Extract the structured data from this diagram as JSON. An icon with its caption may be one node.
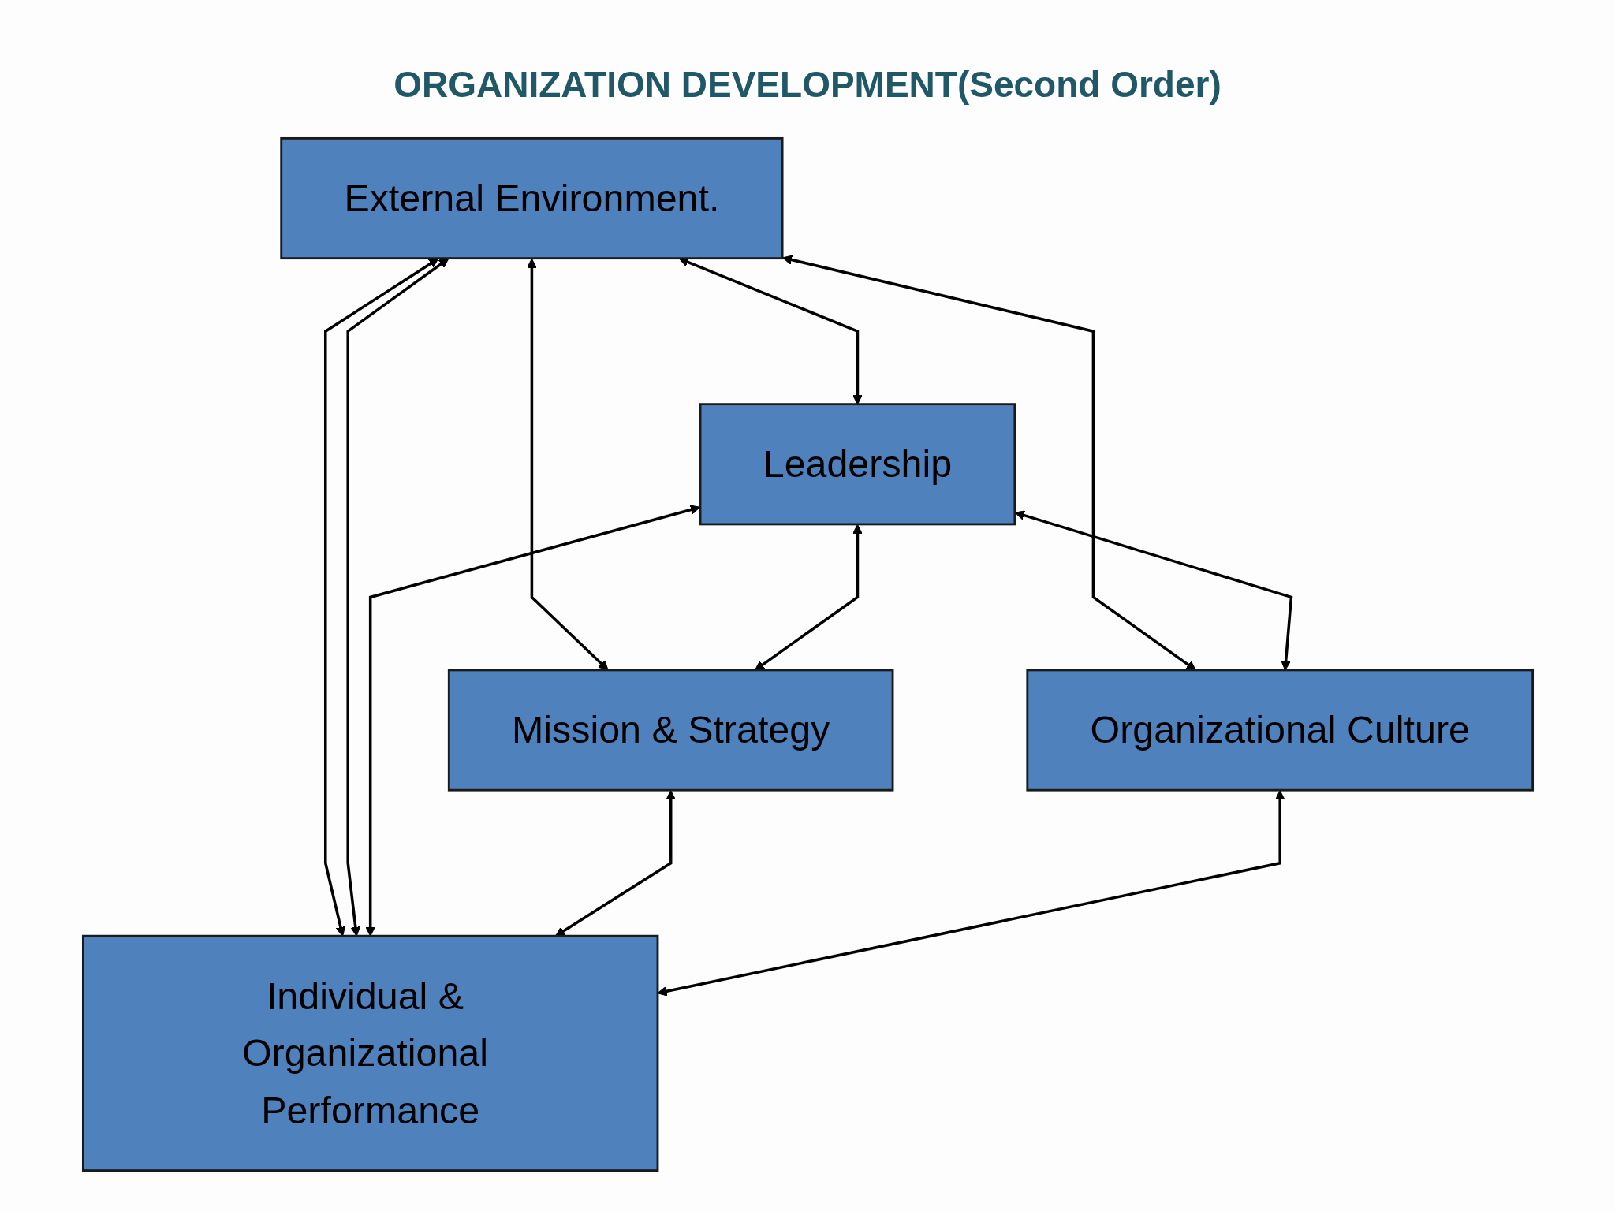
{
  "diagram": {
    "title": "ORGANIZATION DEVELOPMENT(Second Order)",
    "nodes": [
      {
        "text": [
          "External Environment."
        ]
      },
      {
        "text": [
          "Leadership"
        ]
      },
      {
        "text": [
          "Mission & Strategy"
        ]
      },
      {
        "text": [
          "Organizational Culture"
        ]
      },
      {
        "text": [
          "Individual & Organizational Performance"
        ]
      }
    ],
    "edges": [
      {
        "from": 0,
        "to": 1,
        "arrow": "both"
      },
      {
        "from": 0,
        "to": 2,
        "arrow": "both"
      },
      {
        "from": 0,
        "to": 3,
        "arrow": "both"
      },
      {
        "from": 0,
        "to": 4,
        "arrow": "both"
      },
      {
        "from": 0,
        "to": 4,
        "arrow": "both"
      },
      {
        "from": 1,
        "to": 2,
        "arrow": "both"
      },
      {
        "from": 1,
        "to": 3,
        "arrow": "both"
      },
      {
        "from": 1,
        "to": 4,
        "arrow": "both"
      },
      {
        "from": 2,
        "to": 4,
        "arrow": "both"
      },
      {
        "from": 3,
        "to": 4,
        "arrow": "both"
      }
    ]
  }
}
